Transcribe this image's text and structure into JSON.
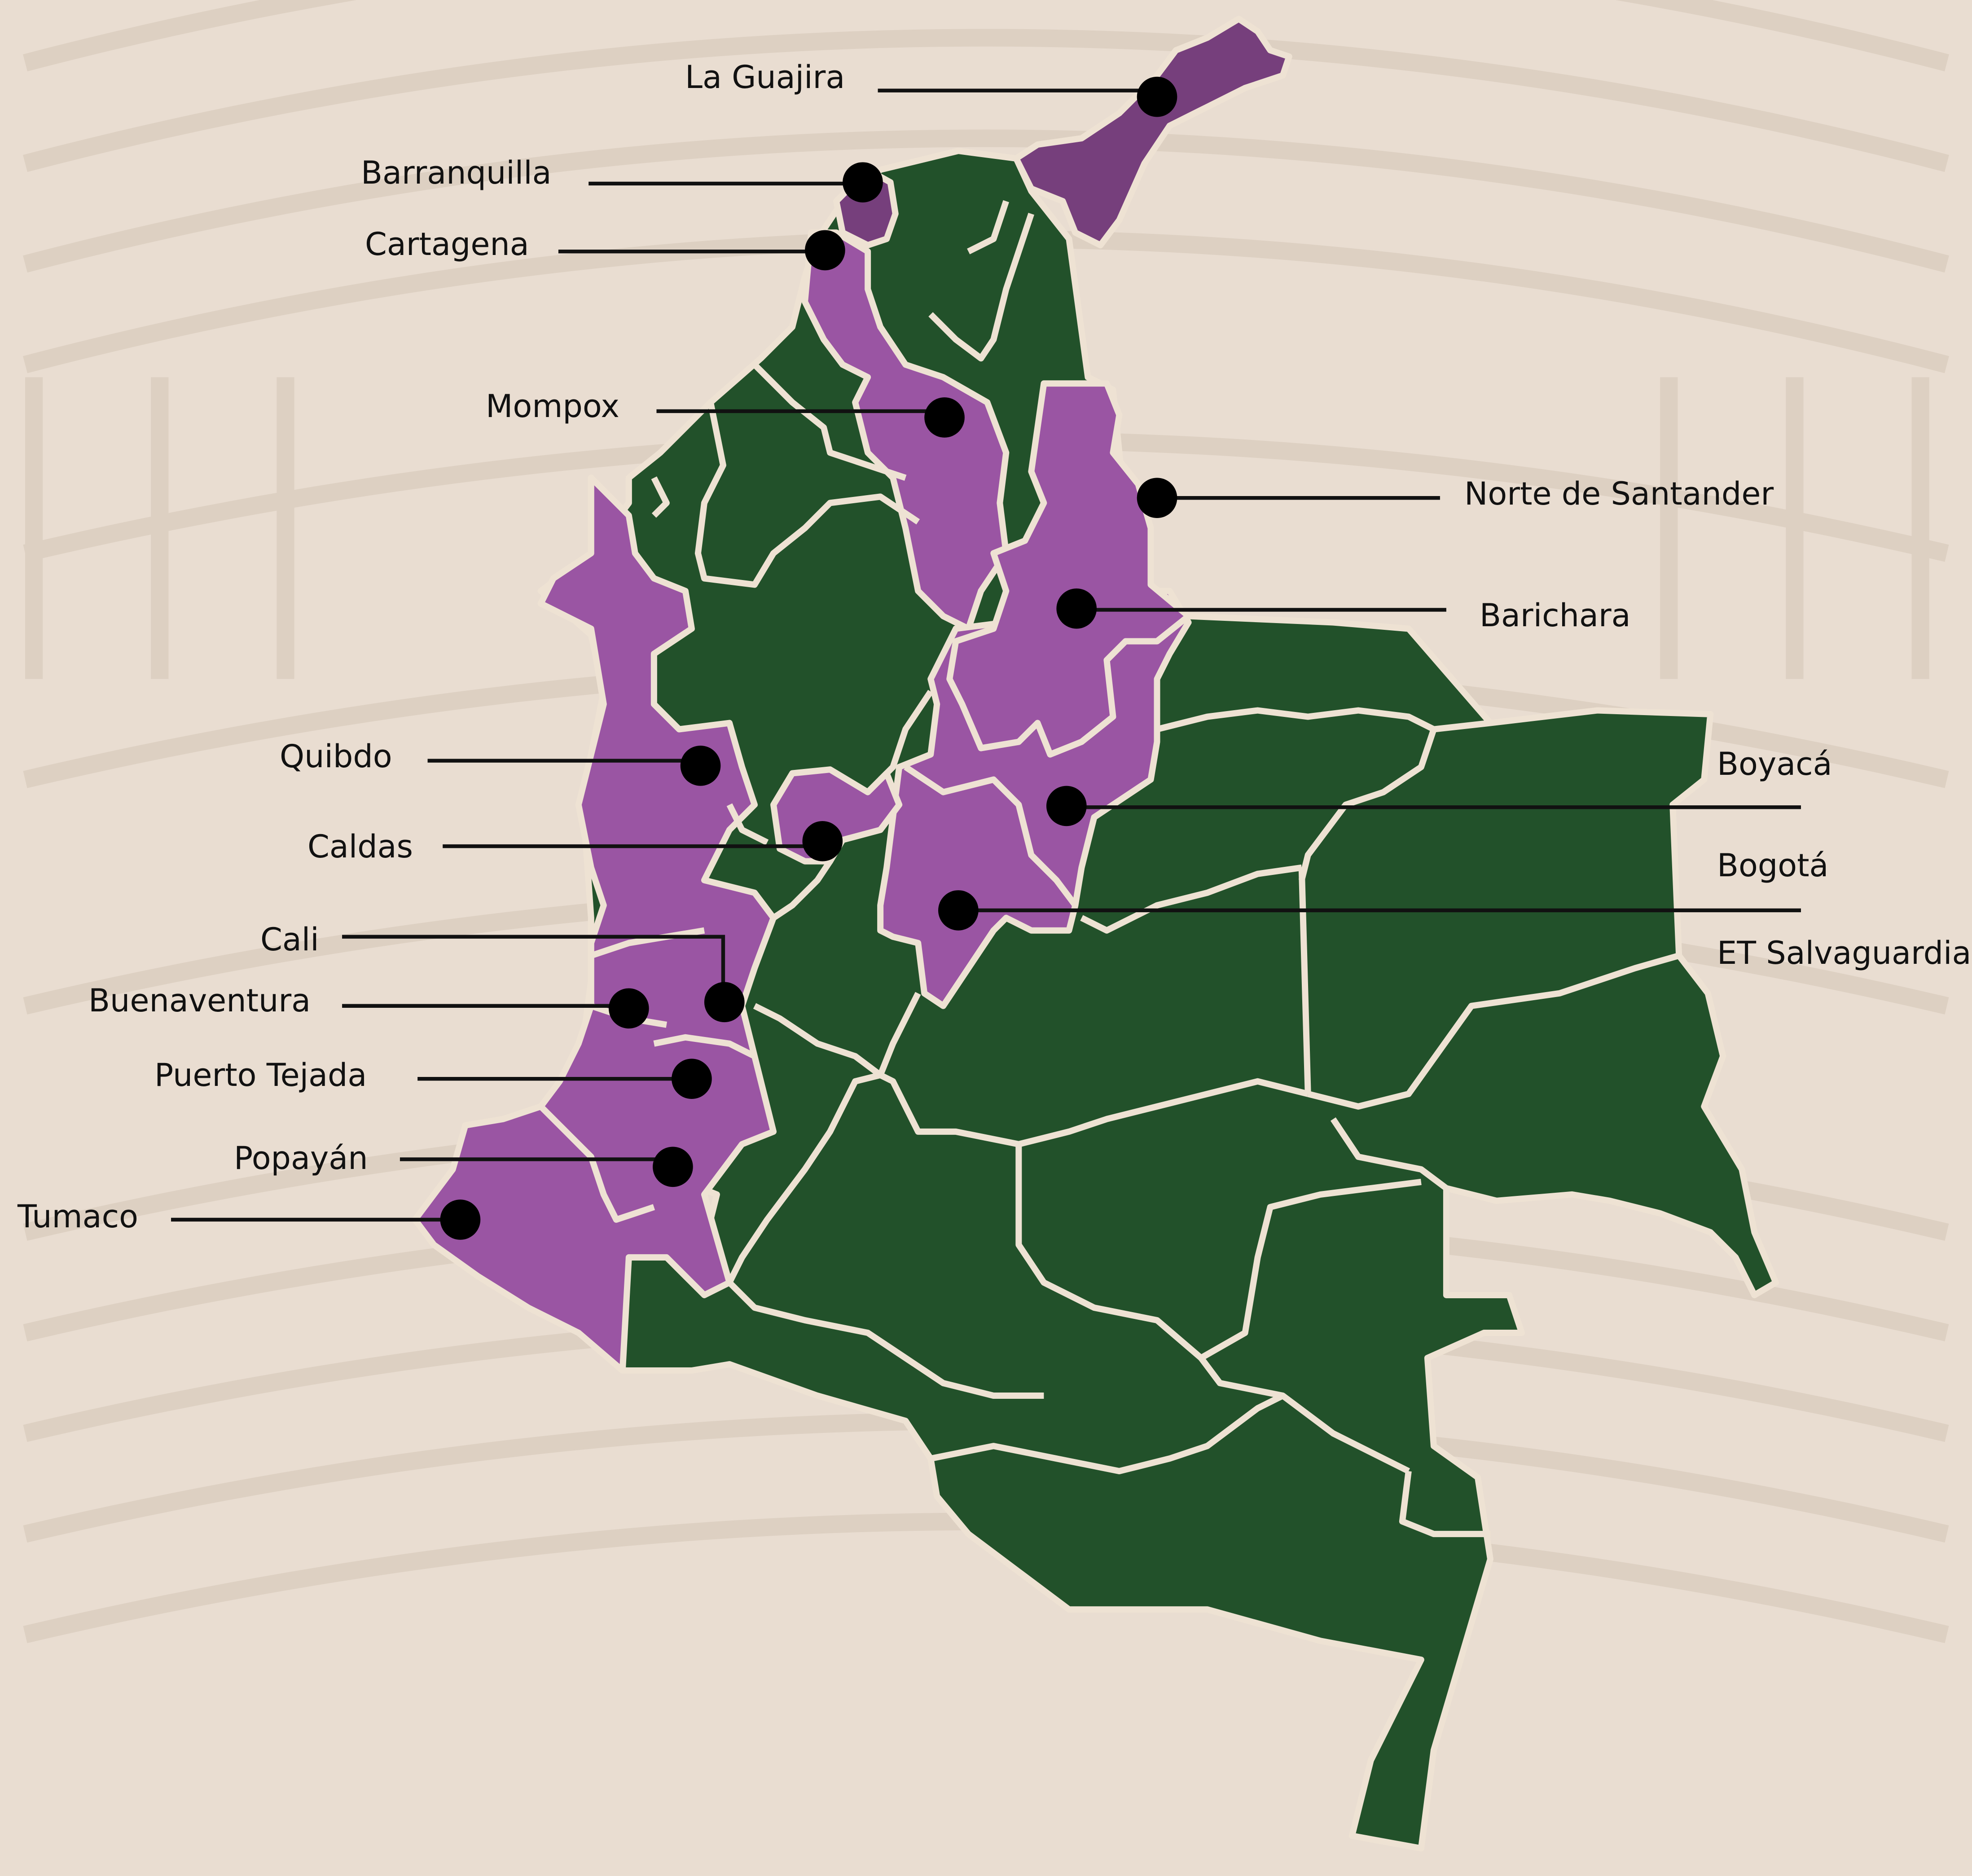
{
  "colors": {
    "background": "#e9ddd1",
    "background_arcs": "#ddd0c2",
    "region_green": "#22512a",
    "region_purple": "#9a55a3",
    "region_dark_purple": "#763f7c",
    "borders": "#eee2d3",
    "markers": "#000000",
    "leader_lines": "#111111"
  },
  "markers": {
    "la_guajira": "La Guajira",
    "barranquilla": "Barranquilla",
    "cartagena": "Cartagena",
    "mompox": "Mompox",
    "norte_de_santander": "Norte de Santander",
    "barichara": "Barichara",
    "quibdo": "Quibdo",
    "caldas": "Caldas",
    "cali": "Cali",
    "buenaventura": "Buenaventura",
    "puerto_tejada": "Puerto Tejada",
    "popayan": "Popayán",
    "tumaco": "Tumaco",
    "boyaca": "Boyacá",
    "bogota": "Bogotá",
    "et_salvaguardia": "ET Salvaguardia"
  }
}
